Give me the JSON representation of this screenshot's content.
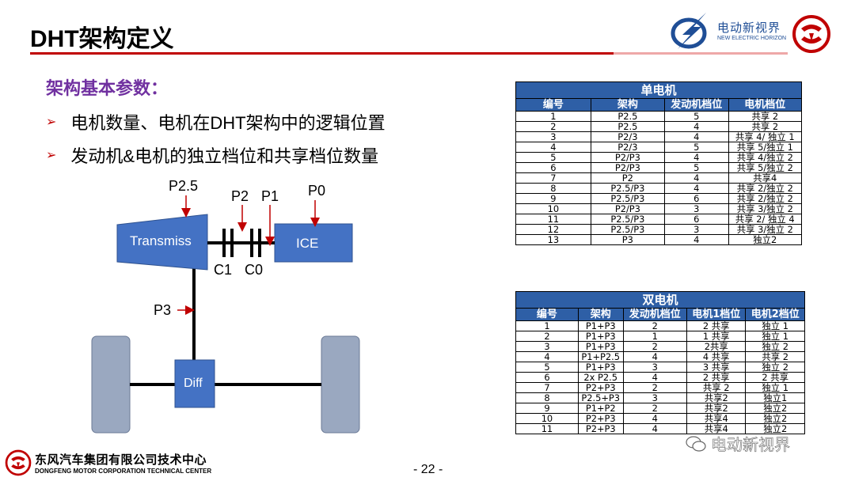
{
  "header": {
    "title": "DHT架构定义",
    "brand_cn": "电动新视界",
    "brand_en": "NEW ELECTRIC HORIZON"
  },
  "content": {
    "subhead": "架构基本参数：",
    "bullets": [
      "电机数量、电机在DHT架构中的逻辑位置",
      "发动机&电机的独立档位和共享档位数量"
    ]
  },
  "diagram": {
    "transmission": "Transmiss",
    "engine": "ICE",
    "differential": "Diff",
    "positions": {
      "p25": "P2.5",
      "p2": "P2",
      "p1": "P1",
      "p0": "P0",
      "p3": "P3"
    },
    "clutches": {
      "c1": "C1",
      "c0": "C0"
    },
    "colors": {
      "box": "#4472c4",
      "arrow": "#c00000",
      "wheel": "#9aa8c0"
    }
  },
  "table_single": {
    "caption": "单电机",
    "headers": [
      "编号",
      "架构",
      "发动机档位",
      "电机档位"
    ],
    "rows": [
      [
        "1",
        "P2.5",
        "5",
        "共享 2"
      ],
      [
        "2",
        "P2.5",
        "4",
        "共享 2"
      ],
      [
        "3",
        "P2/3",
        "4",
        "共享 4/ 独立 1"
      ],
      [
        "4",
        "P2/3",
        "5",
        "共享 5/独立 1"
      ],
      [
        "5",
        "P2/P3",
        "4",
        "共享 4/独立 2"
      ],
      [
        "6",
        "P2/P3",
        "5",
        "共享 5/独立 2"
      ],
      [
        "7",
        "P2",
        "4",
        "共享4"
      ],
      [
        "8",
        "P2.5/P3",
        "4",
        "共享 2/独立 2"
      ],
      [
        "9",
        "P2.5/P3",
        "6",
        "共享 2/独立 2"
      ],
      [
        "10",
        "P2/P3",
        "3",
        "共享 3/独立 2"
      ],
      [
        "11",
        "P2.5/P3",
        "6",
        "共享 2/ 独立 4"
      ],
      [
        "12",
        "P2.5/P3",
        "3",
        "共享 3/独立 2"
      ],
      [
        "13",
        "P3",
        "4",
        "独立2"
      ]
    ]
  },
  "table_dual": {
    "caption": "双电机",
    "headers": [
      "编号",
      "架构",
      "发动机档位",
      "电机1档位",
      "电机2档位"
    ],
    "rows": [
      [
        "1",
        "P1+P3",
        "2",
        "2 共享",
        "独立 1"
      ],
      [
        "2",
        "P1+P3",
        "1",
        "1 共享",
        "独立 1"
      ],
      [
        "3",
        "P1+P3",
        "2",
        "2共享",
        "独立 2"
      ],
      [
        "4",
        "P1+P2.5",
        "4",
        "4 共享",
        "共享 2"
      ],
      [
        "5",
        "P1+P3",
        "3",
        "3 共享",
        "独立 2"
      ],
      [
        "6",
        "2x P2.5",
        "4",
        "2 共享",
        "2 共享"
      ],
      [
        "7",
        "P2+P3",
        "2",
        "共享 2",
        "独立 1"
      ],
      [
        "8",
        "P2.5+P3",
        "3",
        "共享2",
        "独立1"
      ],
      [
        "9",
        "P1+P2",
        "2",
        "共享2",
        "独立2"
      ],
      [
        "10",
        "P2+P3",
        "4",
        "共享4",
        "独立2"
      ],
      [
        "11",
        "P2+P3",
        "4",
        "共享4",
        "独立2"
      ]
    ]
  },
  "footer": {
    "company_cn": "东风汽车集团有限公司技术中心",
    "company_en": "DONGFENG MOTOR CORPORATION TECHNICAL CENTER",
    "page_number": "- 22 -",
    "watermark": "电动新视界"
  }
}
